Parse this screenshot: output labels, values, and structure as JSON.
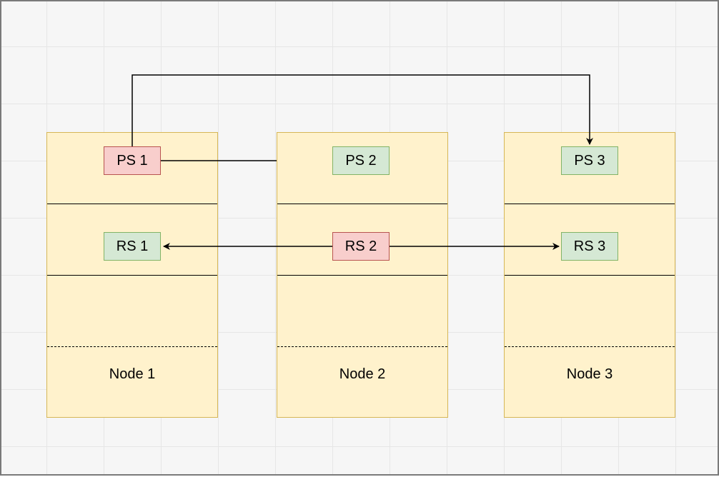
{
  "nodes": [
    {
      "label": "Node 1",
      "ps": {
        "label": "PS 1",
        "status": "red"
      },
      "rs": {
        "label": "RS 1",
        "status": "green"
      }
    },
    {
      "label": "Node 2",
      "ps": {
        "label": "PS 2",
        "status": "green"
      },
      "rs": {
        "label": "RS 2",
        "status": "red"
      }
    },
    {
      "label": "Node 3",
      "ps": {
        "label": "PS 3",
        "status": "green"
      },
      "rs": {
        "label": "RS 3",
        "status": "green"
      }
    }
  ],
  "colors": {
    "node_fill": "#fff2cc",
    "node_stroke": "#d6b656",
    "red_fill": "#f8cecc",
    "red_stroke": "#b85450",
    "green_fill": "#d5e8d4",
    "green_stroke": "#82b366"
  },
  "connections": [
    {
      "from": "PS 1",
      "to": "PS 3",
      "arrow": true
    },
    {
      "from": "PS 1",
      "to": "Node 2",
      "arrow": false
    },
    {
      "from": "RS 2",
      "to": "RS 1",
      "arrow": true
    },
    {
      "from": "RS 2",
      "to": "RS 3",
      "arrow": true
    }
  ]
}
